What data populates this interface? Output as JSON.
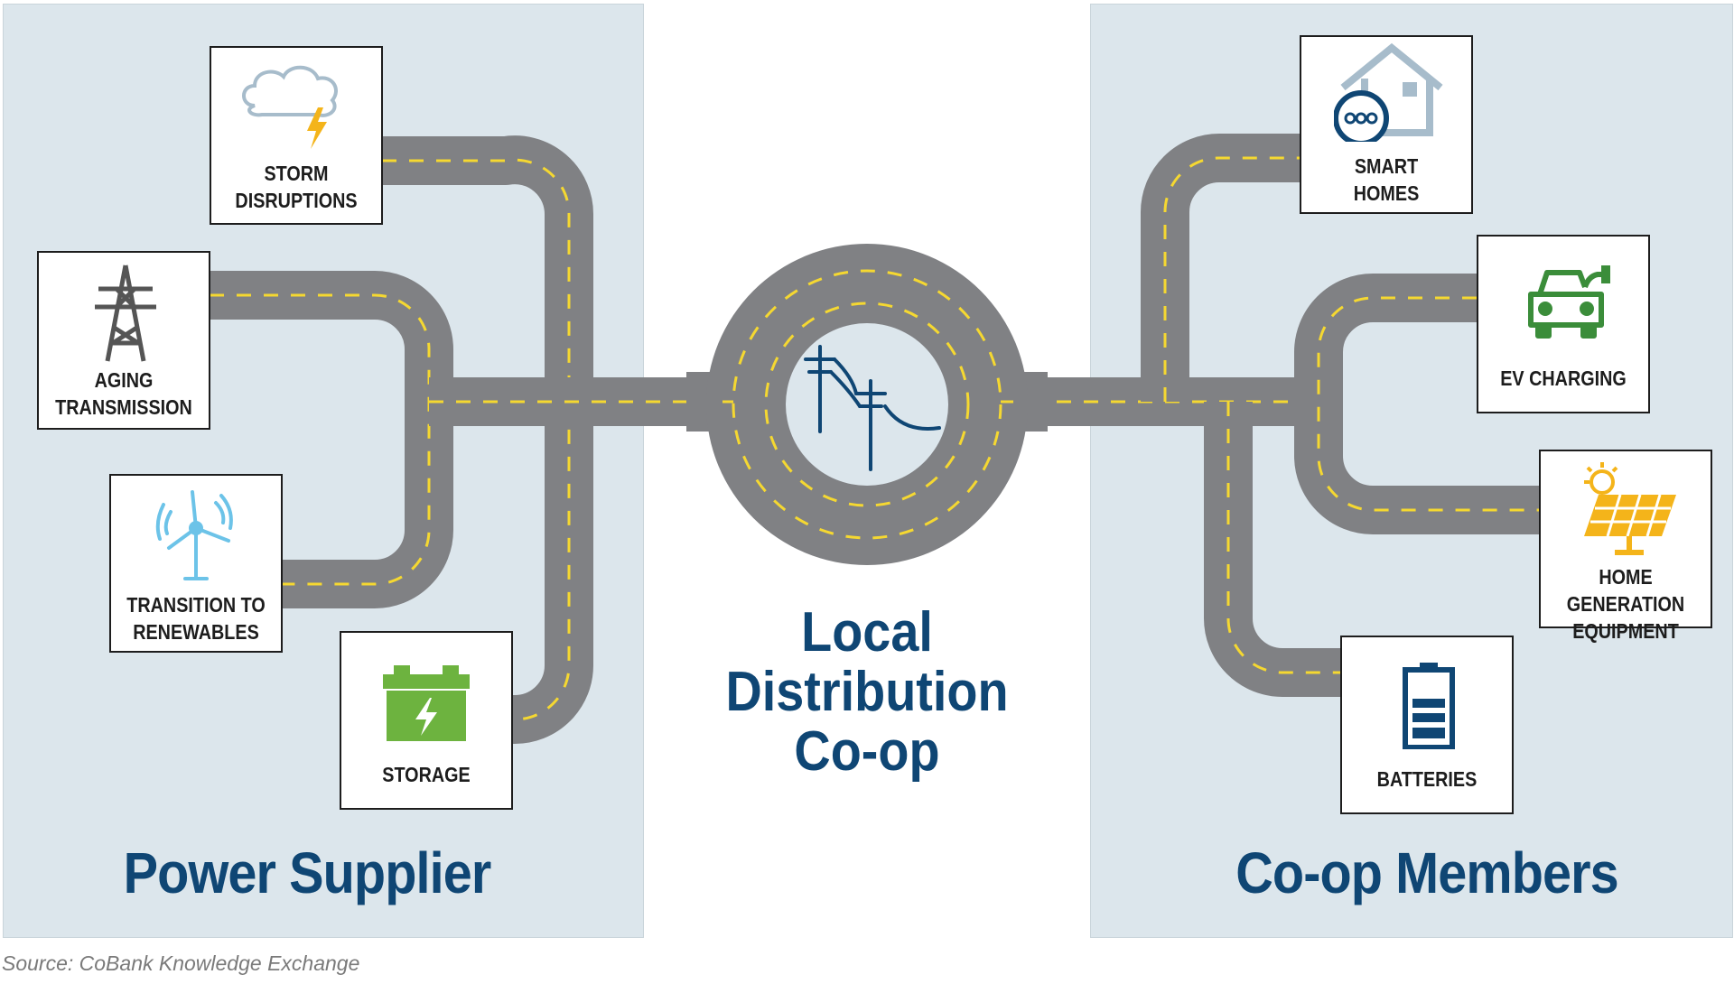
{
  "left_panel": {
    "title": "Power Supplier"
  },
  "right_panel": {
    "title": "Co-op Members"
  },
  "center": {
    "title_lines": [
      "Local",
      "Distribution",
      "Co-op"
    ],
    "icon": "power-lines-icon"
  },
  "left_items": [
    {
      "label_lines": [
        "STORM",
        "DISRUPTIONS"
      ],
      "icon": "storm-cloud-icon"
    },
    {
      "label_lines": [
        "AGING",
        "TRANSMISSION"
      ],
      "icon": "transmission-tower-icon"
    },
    {
      "label_lines": [
        "TRANSITION TO",
        "RENEWABLES"
      ],
      "icon": "wind-turbine-icon"
    },
    {
      "label_lines": [
        "STORAGE"
      ],
      "icon": "battery-storage-icon"
    }
  ],
  "right_items": [
    {
      "label_lines": [
        "SMART",
        "HOMES"
      ],
      "icon": "smart-home-icon"
    },
    {
      "label_lines": [
        "EV CHARGING"
      ],
      "icon": "ev-charging-icon"
    },
    {
      "label_lines": [
        "HOME GENERATION",
        "EQUIPMENT"
      ],
      "icon": "solar-panel-icon"
    },
    {
      "label_lines": [
        "BATTERIES"
      ],
      "icon": "battery-icon"
    }
  ],
  "source": "Source: CoBank Knowledge Exchange",
  "colors": {
    "navy": "#0f4674",
    "panel": "#dce6ec",
    "road": "#808184",
    "lane": "#f5d831",
    "storm_bolt": "#f4b41a",
    "turbine": "#6cc3e8",
    "storage_green": "#6db33f",
    "ev_green": "#3b8d3a",
    "solar_yellow": "#f4b41a",
    "house_gray": "#a7bccb"
  }
}
